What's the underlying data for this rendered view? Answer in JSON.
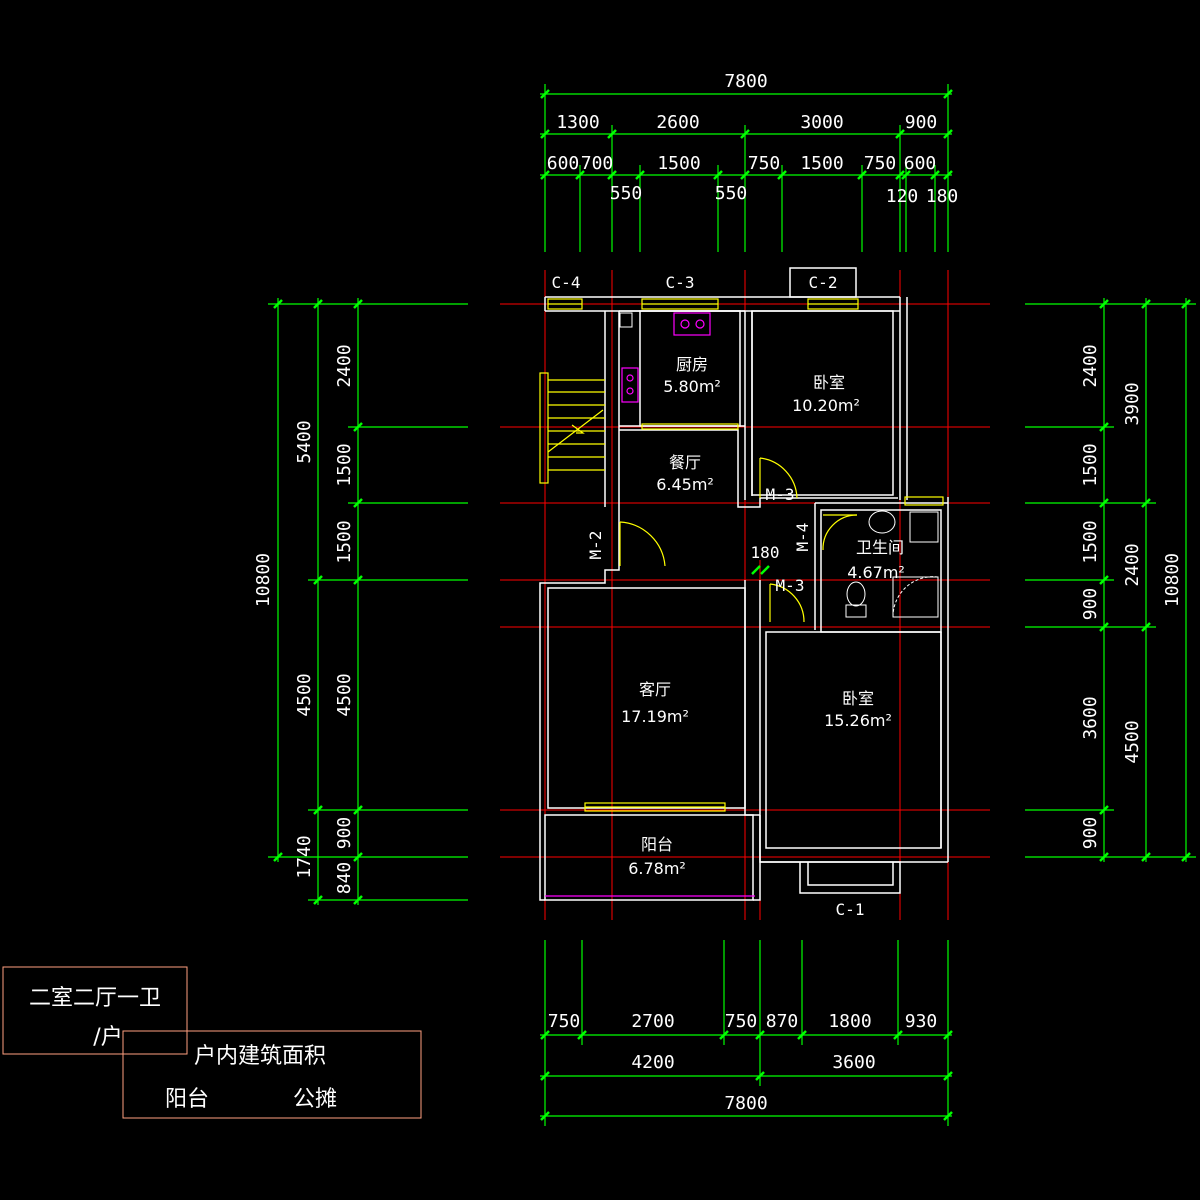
{
  "colors": {
    "background": "#000000",
    "dimension_line": "#00ff00",
    "axis_line": "#ff0000",
    "wall": "#ffffff",
    "window": "#ffff00",
    "fixture": "#ff00ff",
    "note_box": "#ff9f7f",
    "tick": "#00ff00"
  },
  "top_dimensions": {
    "overall": "7800",
    "row1": [
      "1300",
      "2600",
      "3000",
      "900"
    ],
    "row2": [
      "600",
      "700",
      "1500",
      "750",
      "1500",
      "750",
      "600"
    ],
    "row3": [
      "550",
      "550",
      "120",
      "180"
    ]
  },
  "bottom_dimensions": {
    "row1": [
      "750",
      "2700",
      "750",
      "870",
      "1800",
      "930"
    ],
    "row2": [
      "4200",
      "3600"
    ],
    "overall": "7800"
  },
  "left_dimensions": {
    "overall": "10800",
    "group": [
      "5400",
      "4500",
      "1740"
    ],
    "detail": [
      "2400",
      "1500",
      "1500",
      "4500",
      "900",
      "840"
    ]
  },
  "right_dimensions": {
    "detail": [
      "2400",
      "1500",
      "1500",
      "900",
      "3600",
      "900"
    ],
    "group": [
      "3900",
      "2400",
      "4500"
    ],
    "overall": "10800"
  },
  "rooms": [
    {
      "name": "厨房",
      "area": "5.80m²"
    },
    {
      "name": "卧室",
      "area": "10.20m²"
    },
    {
      "name": "餐厅",
      "area": "6.45m²"
    },
    {
      "name": "卫生间",
      "area": "4.67m²"
    },
    {
      "name": "客厅",
      "area": "17.19m²"
    },
    {
      "name": "卧室",
      "area": "15.26m²"
    },
    {
      "name": "阳台",
      "area": "6.78m²"
    }
  ],
  "openings": {
    "windows": [
      "C-4",
      "C-3",
      "C-2",
      "C-1"
    ],
    "doors": [
      "M-2",
      "M-3",
      "M-4",
      "M-3"
    ],
    "wall_dim": "180"
  },
  "notes": {
    "unit_type": "二室二厅一卫",
    "per_unit": "/户",
    "area_title": "户内建筑面积",
    "balcony": "阳台",
    "shared": "公摊"
  }
}
